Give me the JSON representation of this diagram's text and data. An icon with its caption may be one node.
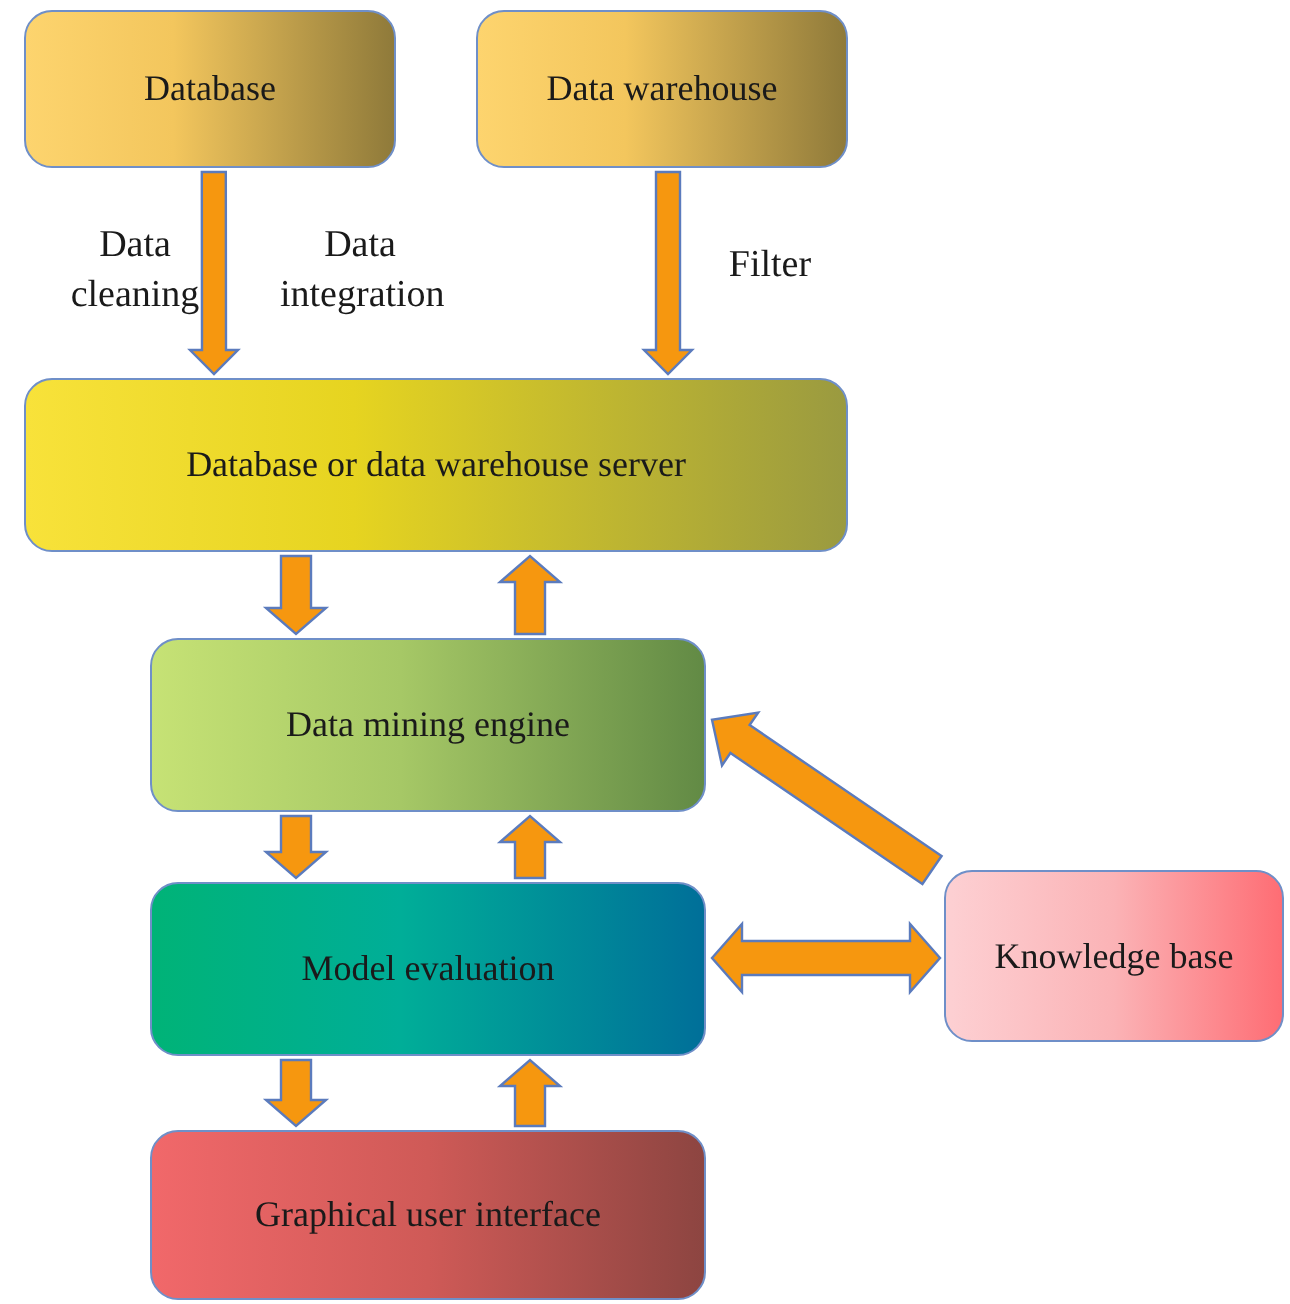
{
  "diagram": {
    "nodes": [
      {
        "text": [
          "Database"
        ]
      },
      {
        "text": [
          "Data warehouse"
        ]
      },
      {
        "text": [
          "Database or data warehouse server"
        ]
      },
      {
        "text": [
          "Data mining engine"
        ]
      },
      {
        "text": [
          "Model evaluation"
        ]
      },
      {
        "text": [
          "Knowledge base"
        ]
      },
      {
        "text": [
          "Graphical user interface"
        ]
      }
    ],
    "edges": [
      {
        "from": 0,
        "to": 2,
        "arrow": "to",
        "label": "Data cleaning"
      },
      {
        "from": 1,
        "to": 2,
        "arrow": "to",
        "label": "Filter"
      },
      {
        "from": 2,
        "to": 3,
        "arrow": "to"
      },
      {
        "from": 3,
        "to": 2,
        "arrow": "to"
      },
      {
        "from": 3,
        "to": 4,
        "arrow": "to"
      },
      {
        "from": 4,
        "to": 3,
        "arrow": "to"
      },
      {
        "from": 5,
        "to": 3,
        "arrow": "to"
      },
      {
        "from": 4,
        "to": 5,
        "arrow": "both"
      },
      {
        "from": 4,
        "to": 6,
        "arrow": "to"
      },
      {
        "from": 6,
        "to": 4,
        "arrow": "to"
      }
    ],
    "labels": [
      "Data integration"
    ]
  }
}
